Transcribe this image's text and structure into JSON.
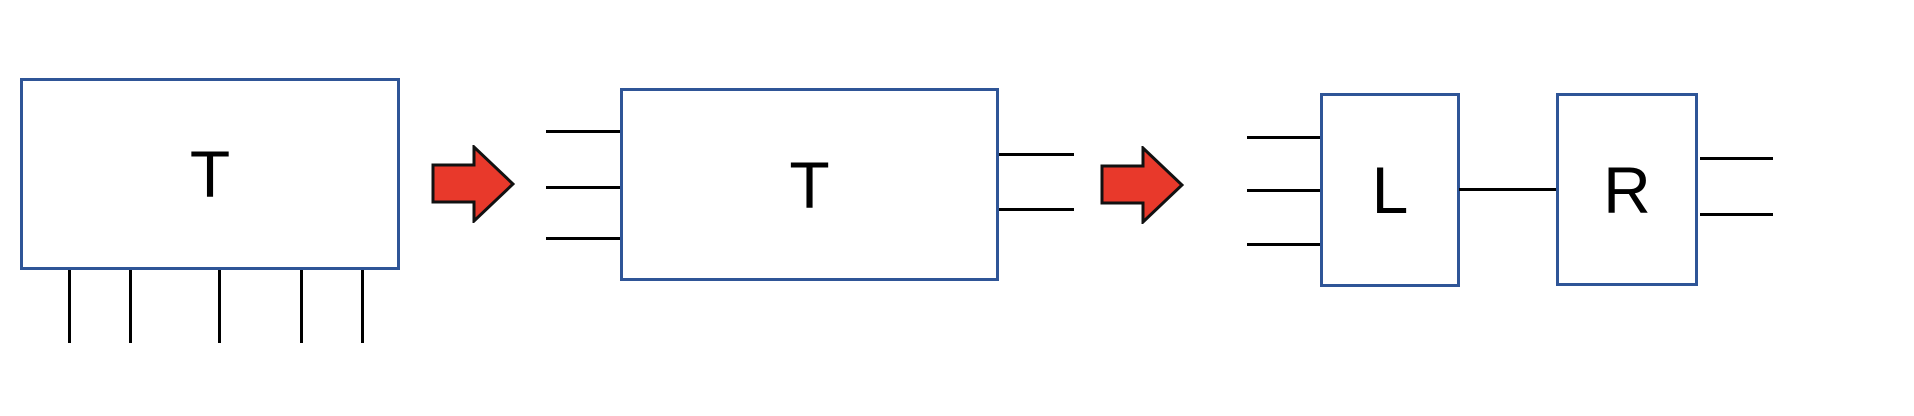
{
  "diagram": {
    "background": "#ffffff",
    "colors": {
      "box_border": "#2F5597",
      "pin_line": "#000000",
      "arrow_fill": "#E8392B",
      "arrow_outline": "#111111",
      "label_text": "#000000"
    },
    "stage1": {
      "label": "T",
      "bottom_pin_count": 5
    },
    "stage2": {
      "label": "T",
      "input_pin_count": 3,
      "output_pin_count": 2
    },
    "stage3": {
      "left_label": "L",
      "right_label": "R",
      "input_pin_count": 3,
      "output_pin_count": 2,
      "connector_count": 1
    }
  }
}
